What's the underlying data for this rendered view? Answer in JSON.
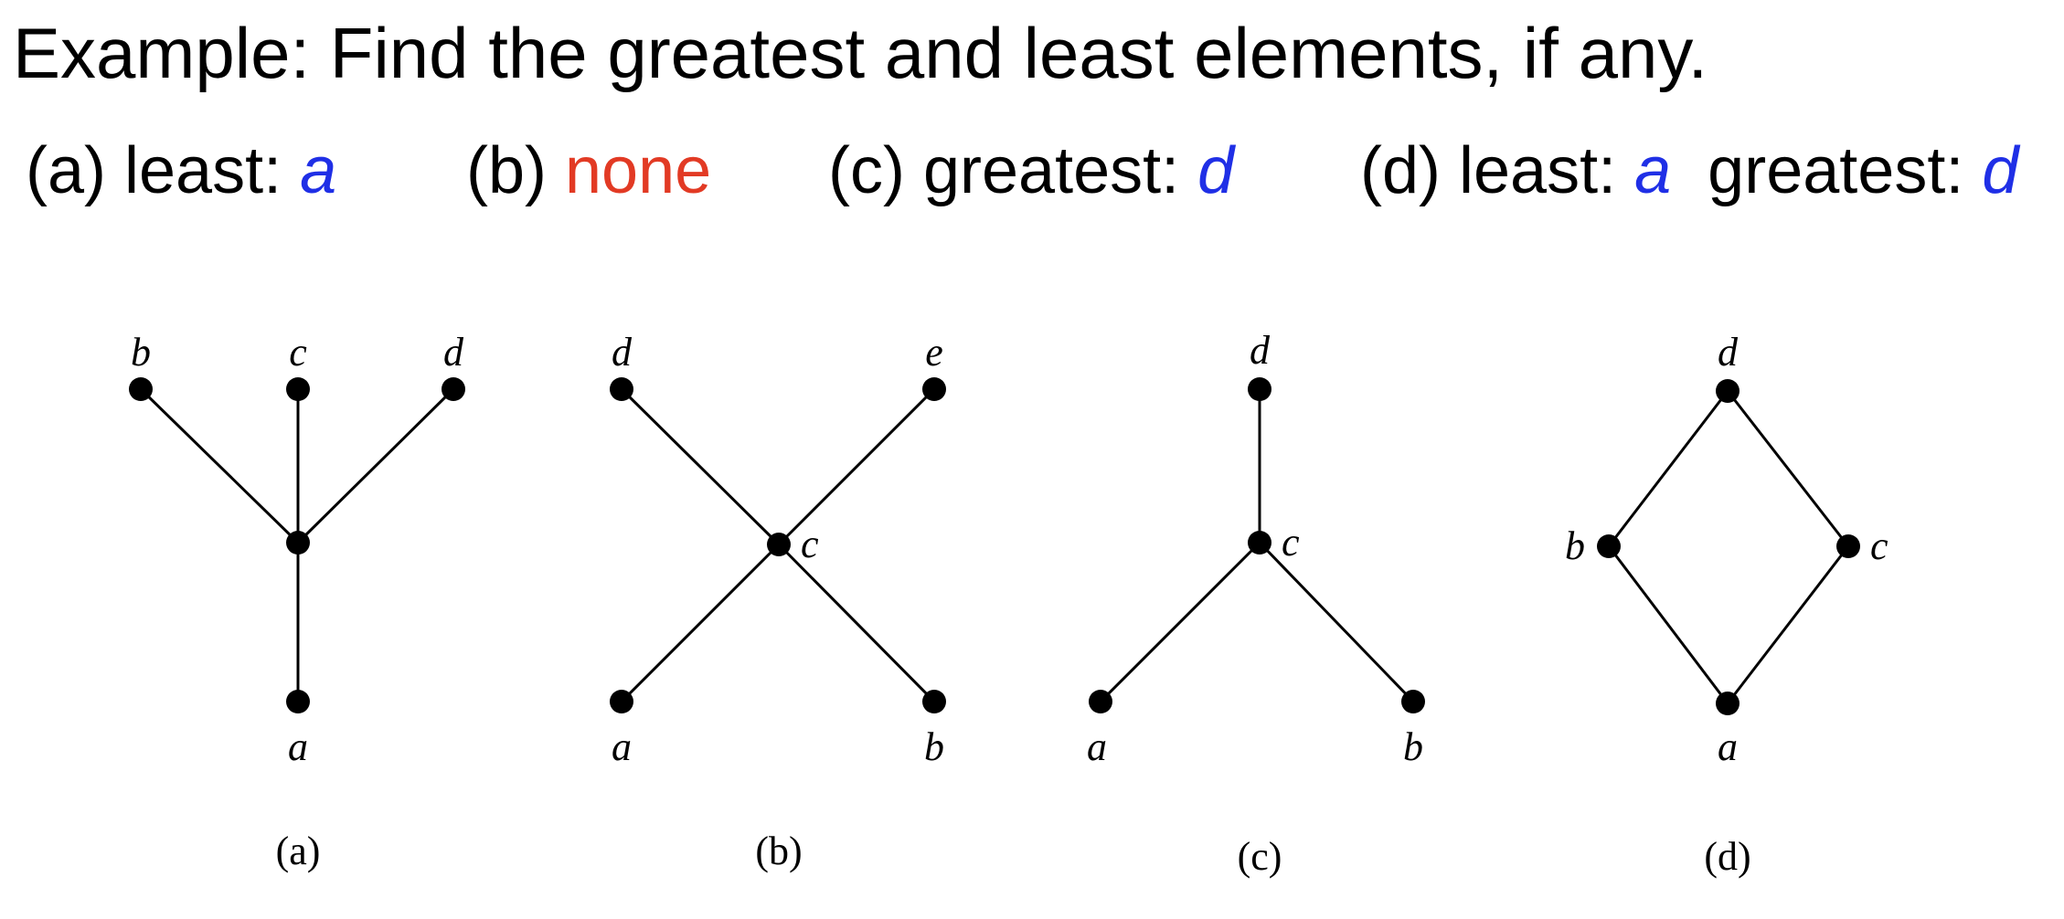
{
  "heading": "Example: Find the greatest and least elements, if any.",
  "answers": [
    {
      "prefix": "(a) least:",
      "value": "a",
      "color": "#1f2fe6"
    },
    {
      "prefix": "(b)",
      "value": "none",
      "color": "#e23a24"
    },
    {
      "prefix": "(c) greatest:",
      "value": "d",
      "color": "#1f2fe6"
    },
    {
      "prefix": "(d) least:",
      "value": "a",
      "value2_prefix": "greatest:",
      "value2": "d",
      "color": "#1f2fe6"
    }
  ],
  "diagrams": [
    {
      "caption": "(a)",
      "nodes": [
        "b",
        "c",
        "d",
        "",
        "a"
      ],
      "edges": [
        [
          "b",
          ""
        ],
        [
          "c",
          ""
        ],
        [
          "d",
          ""
        ],
        [
          "",
          "a"
        ]
      ]
    },
    {
      "caption": "(b)",
      "nodes": [
        "d",
        "e",
        "c",
        "a",
        "b"
      ],
      "edges": [
        [
          "d",
          "c"
        ],
        [
          "e",
          "c"
        ],
        [
          "c",
          "a"
        ],
        [
          "c",
          "b"
        ]
      ]
    },
    {
      "caption": "(c)",
      "nodes": [
        "d",
        "c",
        "a",
        "b"
      ],
      "edges": [
        [
          "d",
          "c"
        ],
        [
          "c",
          "a"
        ],
        [
          "c",
          "b"
        ]
      ]
    },
    {
      "caption": "(d)",
      "nodes": [
        "d",
        "b",
        "c",
        "a"
      ],
      "edges": [
        [
          "d",
          "b"
        ],
        [
          "d",
          "c"
        ],
        [
          "b",
          "a"
        ],
        [
          "c",
          "a"
        ]
      ]
    }
  ]
}
